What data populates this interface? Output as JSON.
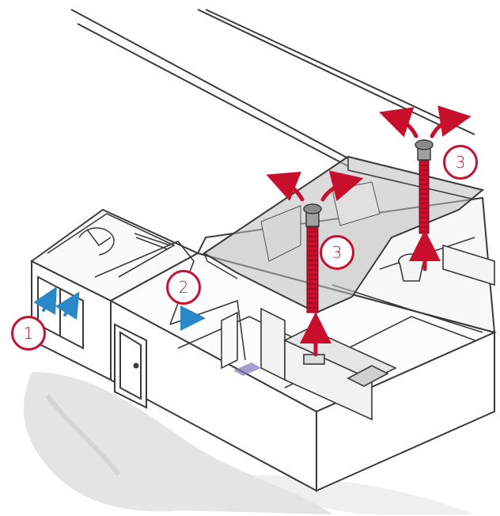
{
  "callouts": {
    "one": "1",
    "two": "2",
    "three_a": "3",
    "three_b": "3"
  },
  "colors": {
    "exhaust": "#c8102e",
    "supply": "#2a87c8",
    "outline": "#3a3a3a",
    "roof_glass": "#cfcfcf",
    "shadow": "#d9d9d9"
  },
  "icons": [
    "blue-supply-arrow-icon",
    "red-exhaust-arrow-icon",
    "vent-cap-icon",
    "duct-icon"
  ]
}
